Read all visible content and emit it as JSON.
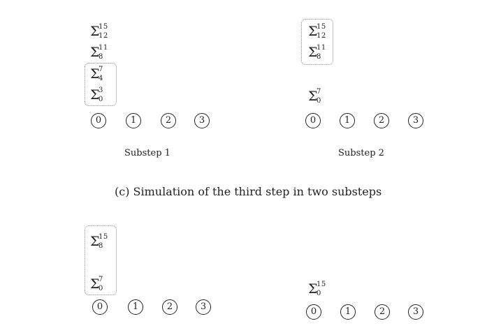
{
  "panel_top_left": {
    "sums": [
      {
        "sup": "15",
        "sub": "12"
      },
      {
        "sup": "11",
        "sub": "8"
      },
      {
        "sup": "7",
        "sub": "4"
      },
      {
        "sup": "3",
        "sub": "0"
      }
    ],
    "nodes": [
      "0",
      "1",
      "2",
      "3"
    ],
    "label": "Substep 1"
  },
  "panel_top_right": {
    "sums": [
      {
        "sup": "15",
        "sub": "12"
      },
      {
        "sup": "11",
        "sub": "8"
      },
      {
        "sup": "7",
        "sub": "0"
      }
    ],
    "nodes": [
      "0",
      "1",
      "2",
      "3"
    ],
    "label": "Substep 2"
  },
  "caption": "(c)  Simulation of the third step in two substeps",
  "panel_bottom_left": {
    "sums": [
      {
        "sup": "15",
        "sub": "8"
      },
      {
        "sup": "7",
        "sub": "0"
      }
    ],
    "nodes": [
      "0",
      "1",
      "2",
      "3"
    ]
  },
  "panel_bottom_right": {
    "sums": [
      {
        "sup": "15",
        "sub": "0"
      }
    ],
    "nodes": [
      "0",
      "1",
      "2",
      "3"
    ]
  }
}
